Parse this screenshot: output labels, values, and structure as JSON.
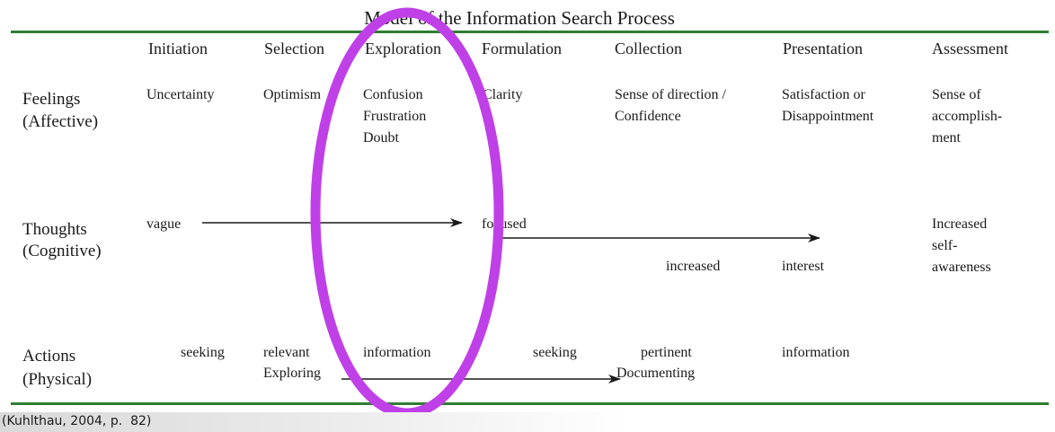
{
  "title": "Model of the Information Search Process",
  "stages": [
    "Initiation",
    "Selection",
    "Exploration",
    "Formulation",
    "Collection",
    "Presentation",
    "Assessment"
  ],
  "rows": {
    "feelings": {
      "label": [
        "Feelings",
        "(Affective)"
      ],
      "cells": {
        "initiation": [
          "Uncertainty"
        ],
        "selection": [
          "Optimism"
        ],
        "exploration": [
          "Confusion",
          "Frustration",
          "Doubt"
        ],
        "formulation": [
          "Clarity"
        ],
        "collection": [
          "Sense of direction /",
          "Confidence"
        ],
        "presentation": [
          "Satisfaction or",
          "Disappointment"
        ],
        "assessment": [
          "Sense of",
          "accomplish-",
          "ment"
        ]
      }
    },
    "thoughts": {
      "label": [
        "Thoughts",
        "(Cognitive)"
      ],
      "vague": "vague",
      "focused": "focused",
      "increased": "increased",
      "interest": "interest",
      "assessment": [
        "Increased",
        "self-",
        "awareness"
      ]
    },
    "actions": {
      "label": [
        "Actions",
        "(Physical)"
      ],
      "seeking_1": "seeking",
      "relevant": "relevant",
      "exploring": "Exploring",
      "information_1": "information",
      "seeking_2": "seeking",
      "pertinent": "pertinent",
      "documenting": "Documenting",
      "information_2": "information"
    }
  },
  "citation": "(Kuhlthau, 2004, p.  82)",
  "colors": {
    "rule": "#2e7d32",
    "highlight": "#c040e8",
    "text": "#1a1a1a"
  }
}
